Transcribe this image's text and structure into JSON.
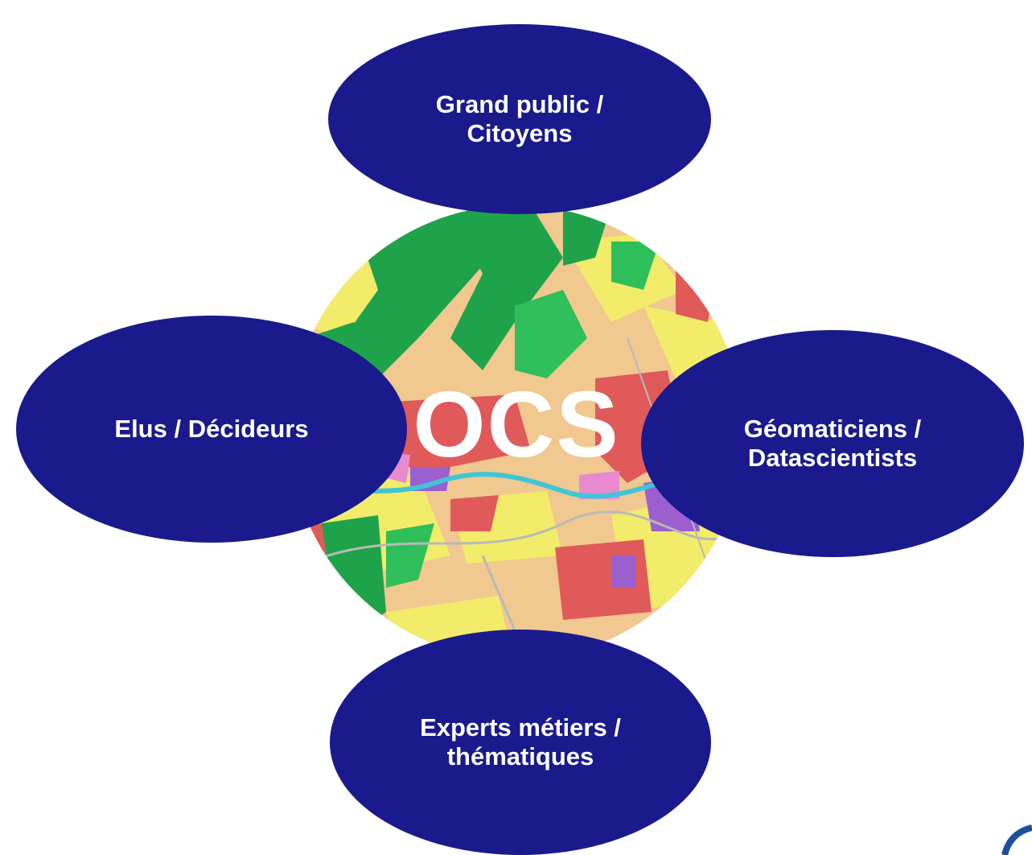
{
  "diagram": {
    "center_label": "OCS",
    "nodes": [
      {
        "id": "top",
        "lines": [
          "Grand public /",
          "Citoyens"
        ]
      },
      {
        "id": "left",
        "lines": [
          "Elus / Décideurs"
        ]
      },
      {
        "id": "right",
        "lines": [
          "Géomaticiens /",
          "Datascientists"
        ]
      },
      {
        "id": "bottom",
        "lines": [
          "Experts métiers /",
          "thématiques"
        ]
      }
    ]
  },
  "colors": {
    "node_fill": "#1a1a8c",
    "node_text": "#ffffff",
    "map_forest": "#1fa34a",
    "map_grass": "#2fbf5a",
    "map_crop": "#f2ec6a",
    "map_sand": "#f0c890",
    "map_urban": "#e05a5a",
    "map_industrial": "#9b5fd0",
    "map_pink": "#e88ad0",
    "map_water": "#3fc6d6"
  }
}
